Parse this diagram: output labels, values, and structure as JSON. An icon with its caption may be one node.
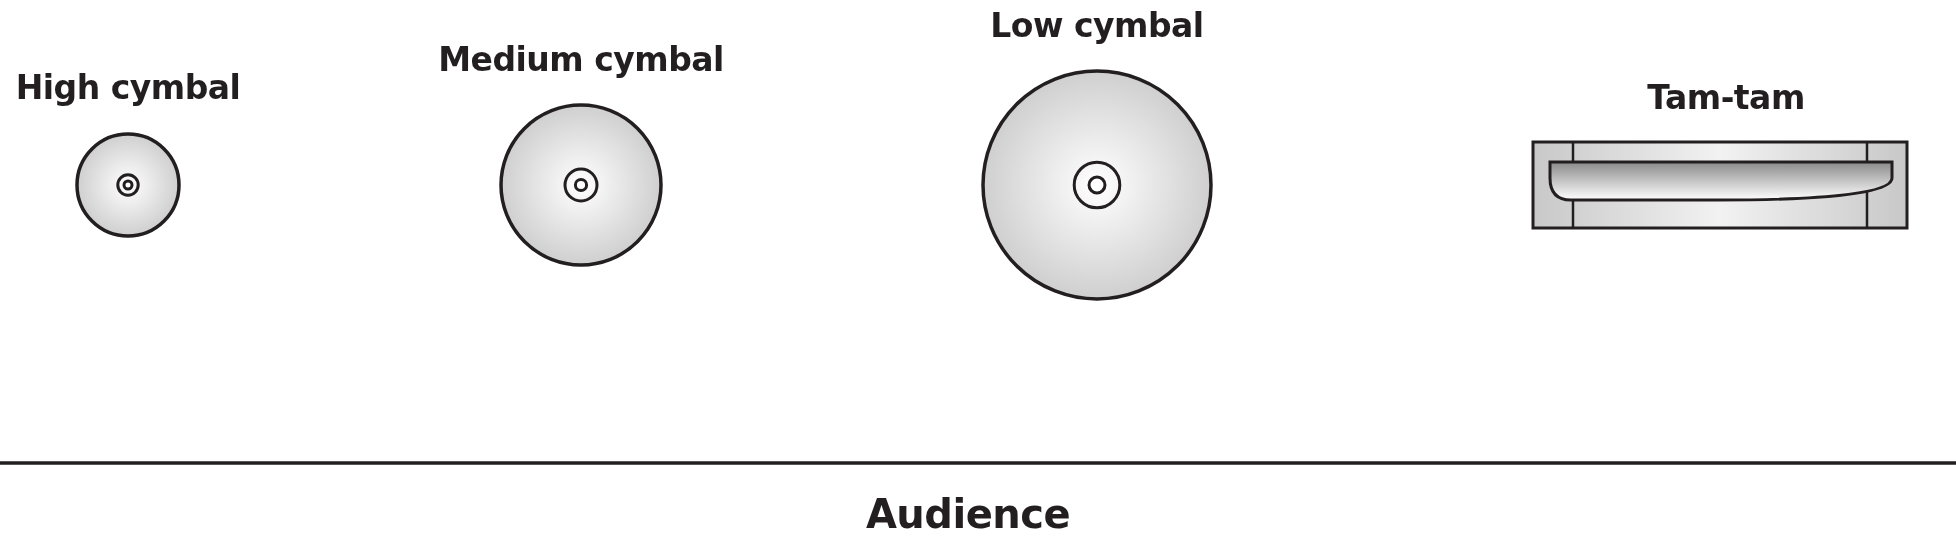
{
  "diagram": {
    "nodes": [
      {
        "text": [
          "High cymbal"
        ]
      },
      {
        "text": [
          "Medium cymbal"
        ]
      },
      {
        "text": [
          "Low cymbal"
        ]
      },
      {
        "text": [
          "Tam-tam"
        ]
      }
    ],
    "edges": [],
    "labels": [
      "Audience"
    ]
  }
}
